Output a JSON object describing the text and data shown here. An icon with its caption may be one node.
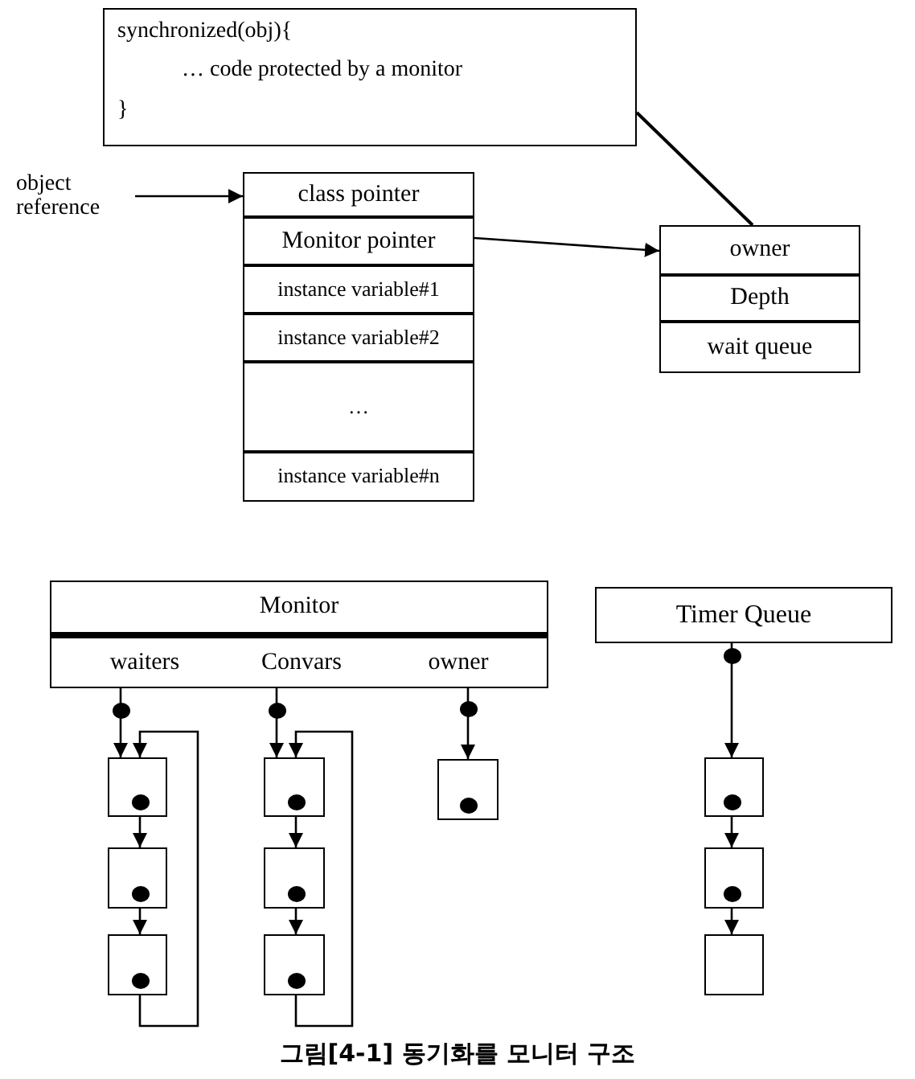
{
  "diagram": {
    "caption": "그림[4-1] 동기화를 모니터 구조",
    "nodes": [
      {
        "text": [
          "synchronized(obj){",
          "… code protected by a monitor",
          "}"
        ]
      },
      {
        "text": [
          "object reference"
        ]
      },
      {
        "text": [
          "class pointer"
        ]
      },
      {
        "text": [
          "Monitor pointer"
        ]
      },
      {
        "text": [
          "instance variable#1"
        ]
      },
      {
        "text": [
          "instance variable#2"
        ]
      },
      {
        "text": [
          "…"
        ]
      },
      {
        "text": [
          "instance variable#n"
        ]
      },
      {
        "text": [
          "owner"
        ]
      },
      {
        "text": [
          "Depth"
        ]
      },
      {
        "text": [
          "wait queue"
        ]
      },
      {
        "text": [
          "Monitor"
        ]
      },
      {
        "text": [],
        "shape": "box"
      },
      {
        "text": [
          "waiters"
        ],
        "in": 12
      },
      {
        "text": [
          "Convars"
        ],
        "in": 12
      },
      {
        "text": [
          "owner"
        ],
        "in": 12
      },
      {
        "text": [
          "Timer Queue"
        ]
      },
      {
        "text": [],
        "shape": "box"
      },
      {
        "text": [],
        "shape": "box"
      },
      {
        "text": [],
        "shape": "box"
      },
      {
        "text": [],
        "shape": "box"
      },
      {
        "text": [],
        "shape": "box"
      },
      {
        "text": [],
        "shape": "box"
      },
      {
        "text": [],
        "shape": "box"
      },
      {
        "text": [],
        "shape": "box"
      },
      {
        "text": [],
        "shape": "box"
      },
      {
        "text": [],
        "shape": "box"
      }
    ],
    "edges": [
      {
        "from": 1,
        "to": 2,
        "arrow": "to"
      },
      {
        "from": 3,
        "to": 8,
        "arrow": "to"
      },
      {
        "from": 0,
        "to": 8,
        "arrow": "none"
      },
      {
        "from": 13,
        "to": 17,
        "arrow": "to"
      },
      {
        "from": 17,
        "to": 18,
        "arrow": "to"
      },
      {
        "from": 18,
        "to": 19,
        "arrow": "to"
      },
      {
        "from": 19,
        "to": 17,
        "arrow": "to"
      },
      {
        "from": 14,
        "to": 20,
        "arrow": "to"
      },
      {
        "from": 20,
        "to": 21,
        "arrow": "to"
      },
      {
        "from": 21,
        "to": 22,
        "arrow": "to"
      },
      {
        "from": 22,
        "to": 20,
        "arrow": "to"
      },
      {
        "from": 15,
        "to": 23,
        "arrow": "to"
      },
      {
        "from": 16,
        "to": 24,
        "arrow": "to"
      },
      {
        "from": 24,
        "to": 25,
        "arrow": "to"
      },
      {
        "from": 25,
        "to": 26,
        "arrow": "to"
      }
    ]
  }
}
